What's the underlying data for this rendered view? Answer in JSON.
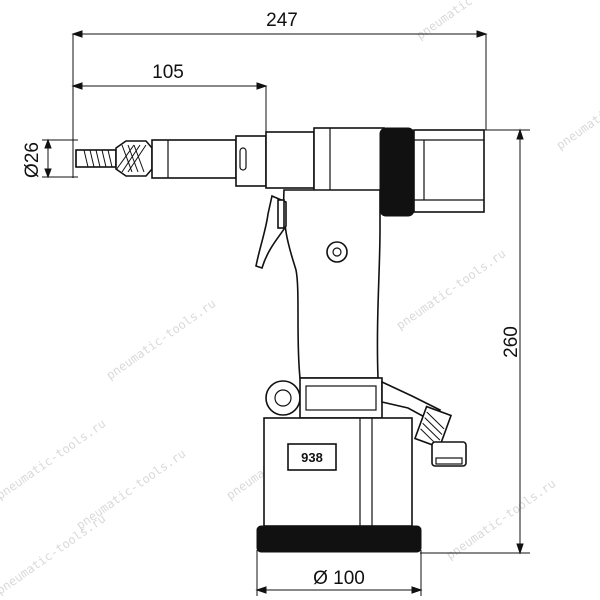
{
  "drawing": {
    "dimensions": {
      "overall_length": "247",
      "nose_length": "105",
      "nose_diameter": "Ø26",
      "overall_height": "260",
      "base_diameter": "Ø 100"
    },
    "model_label": "938",
    "watermark_text": "pneumatic-tools.ru",
    "colors": {
      "line": "#111111",
      "background": "#ffffff",
      "watermark": "#d9d9d9"
    }
  }
}
